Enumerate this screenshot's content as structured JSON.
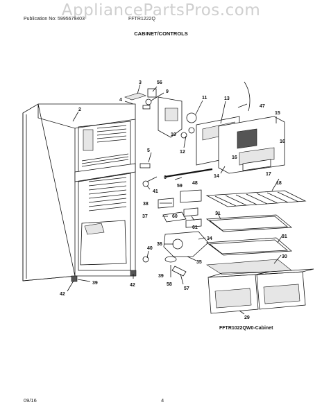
{
  "watermark": "AppliancePartsPros.com",
  "header": {
    "publication": "Publication No: 5995679403",
    "model": "FFTR1222Q",
    "section_title": "CABINET/CONTROLS"
  },
  "diagram_id": "FFTR1022QW0-Cabinet",
  "footer": {
    "date": "09/16",
    "page": "4"
  },
  "callouts": [
    "2",
    "3",
    "56",
    "4",
    "9",
    "11",
    "13",
    "47",
    "10",
    "15",
    "16",
    "12",
    "5",
    "6",
    "16",
    "17",
    "48",
    "14",
    "18",
    "41",
    "59",
    "38",
    "31",
    "37",
    "60",
    "61",
    "34",
    "36",
    "40",
    "35",
    "31",
    "30",
    "39",
    "58",
    "57",
    "42",
    "42",
    "39",
    "29"
  ]
}
